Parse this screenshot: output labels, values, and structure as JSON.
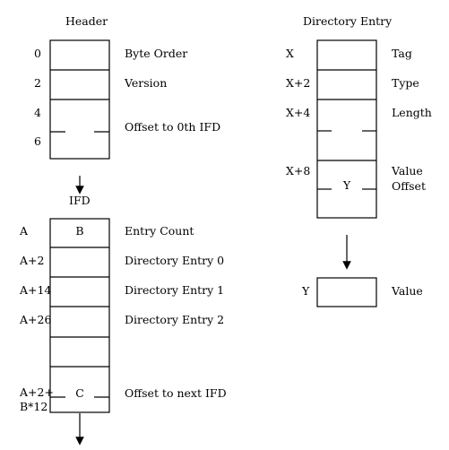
{
  "header": {
    "title": "Header",
    "offsets": [
      "0",
      "2",
      "4",
      "6"
    ],
    "fields": [
      "Byte Order",
      "Version",
      "Offset to 0th IFD"
    ]
  },
  "ifd": {
    "title": "IFD",
    "offsets": [
      "A",
      "A+2",
      "A+14",
      "A+26",
      "A+2+",
      "B*12"
    ],
    "cell_labels": [
      "B",
      "C"
    ],
    "fields": [
      "Entry Count",
      "Directory Entry 0",
      "Directory Entry 1",
      "Directory Entry 2",
      "Offset to next IFD"
    ]
  },
  "directory_entry": {
    "title": "Directory Entry",
    "offsets": [
      "X",
      "X+2",
      "X+4",
      "X+8"
    ],
    "cell_label": "Y",
    "fields": [
      "Tag",
      "Type",
      "Length",
      "Value",
      "Offset"
    ]
  },
  "value_box": {
    "offset": "Y",
    "field": "Value"
  }
}
